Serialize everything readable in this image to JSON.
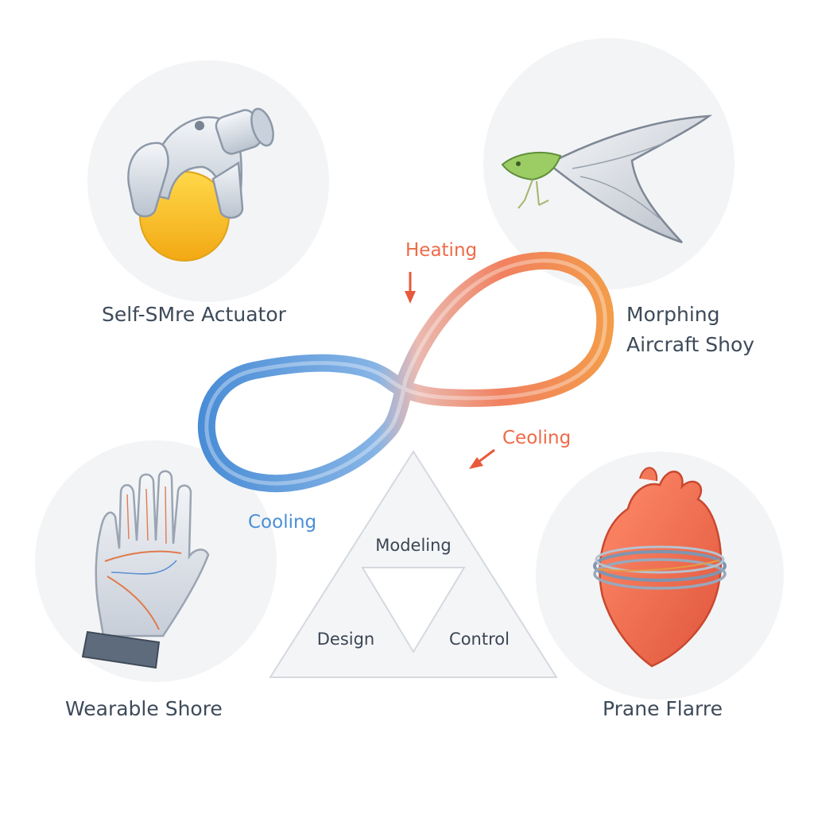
{
  "applications": [
    {
      "label": "Self-SMre Actuator",
      "icon": "robot-gripper-icon"
    },
    {
      "label_lines": [
        "Morphing",
        "Aircraft Shoy"
      ],
      "icon": "morphing-wing-icon"
    },
    {
      "label": "Wearable Shore",
      "icon": "wearable-glove-icon"
    },
    {
      "label": "Prane Flarre",
      "icon": "heart-device-icon"
    }
  ],
  "cycle": {
    "heating": "Heating",
    "cooling_right": "Ceoling",
    "cooling_left": "Cooling"
  },
  "framework": {
    "top": "Modeling",
    "left": "Design",
    "right": "Control"
  },
  "colors": {
    "hot": "#f26b4a",
    "cold": "#4a8fd6",
    "text": "#3d4a59",
    "circle_bg": "#f3f4f6"
  }
}
